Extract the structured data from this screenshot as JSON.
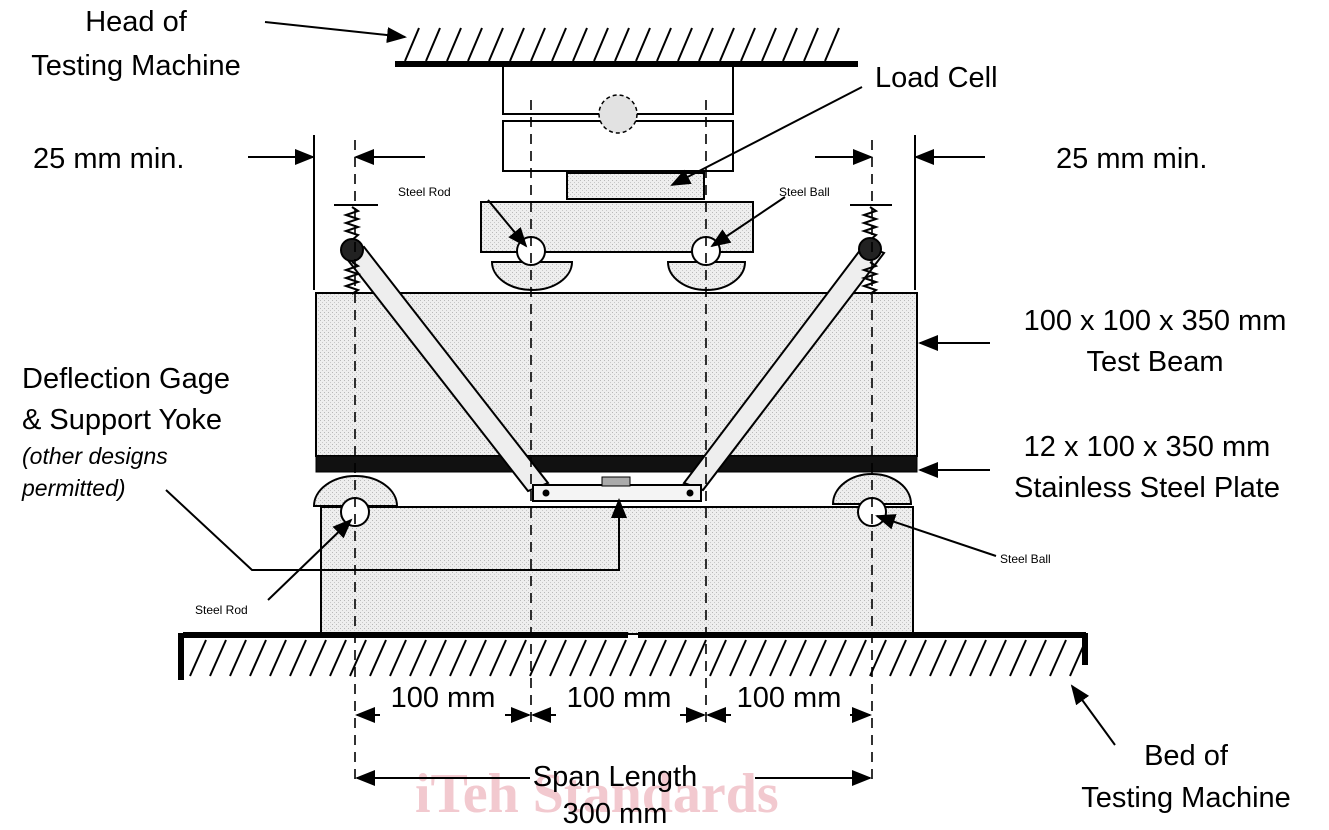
{
  "labels": {
    "head_line1": "Head of",
    "head_line2": "Testing Machine",
    "load_cell": "Load Cell",
    "min_left": "25 mm min.",
    "min_right": "25 mm min.",
    "steel_rod_top": "Steel Rod",
    "steel_ball_top": "Steel Ball",
    "beam_line1": "100 x 100 x 350 mm",
    "beam_line2": "Test Beam",
    "plate_line1": "12 x 100 x 350 mm",
    "plate_line2": "Stainless Steel Plate",
    "gage_line1": "Deflection Gage",
    "gage_line2": "& Support Yoke",
    "gage_note1": "(other designs",
    "gage_note2": "permitted)",
    "steel_rod_bottom": "Steel Rod",
    "steel_ball_bottom": "Steel Ball",
    "dim1": "100 mm",
    "dim2": "100 mm",
    "dim3": "100 mm",
    "span_line1": "Span Length",
    "span_line2": "300 mm",
    "bed_line1": "Bed of",
    "bed_line2": "Testing Machine"
  },
  "watermark": "iTeh Standards",
  "colors": {
    "ink": "#000000",
    "concrete_fill": "#e6e6e6",
    "plate_fill": "#111111",
    "watermark": "#f2c9cf"
  }
}
